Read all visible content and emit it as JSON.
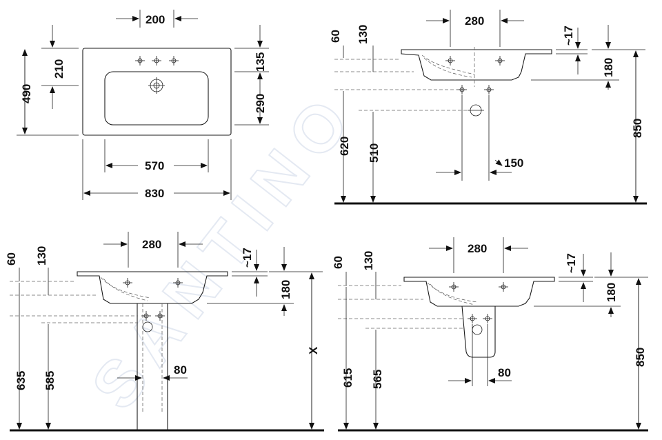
{
  "watermark": "SANTINO",
  "top_view": {
    "d200": "200",
    "d210": "210",
    "d490": "490",
    "d135": "135",
    "d290": "290",
    "d570": "570",
    "d830": "830"
  },
  "wall_view": {
    "d280": "280",
    "d60": "60",
    "d130": "130",
    "d17": "~17",
    "d180": "180",
    "d850": "850",
    "d620": "620",
    "d510": "510",
    "d150": "150"
  },
  "pedestal_view": {
    "d280": "280",
    "d60": "60",
    "d130": "130",
    "d17": "~17",
    "d180": "180",
    "dX": "X",
    "d635": "635",
    "d585": "585",
    "d80": "80"
  },
  "semi_pedestal_view": {
    "d280": "280",
    "d60": "60",
    "d130": "130",
    "d17": "~17",
    "d180": "180",
    "d850": "850",
    "d615": "615",
    "d565": "565",
    "d80": "80"
  }
}
